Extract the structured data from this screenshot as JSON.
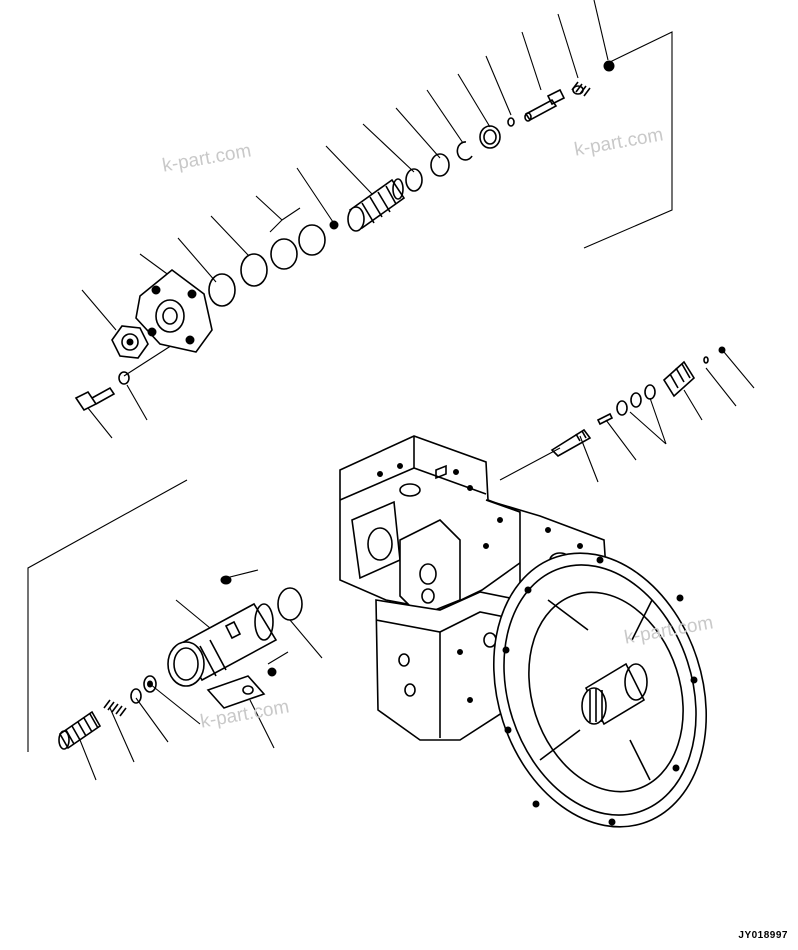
{
  "drawing_id": "JY018997",
  "watermarks": [
    "k-part.com",
    "k-part.com",
    "k-part.com",
    "k-part.com"
  ]
}
